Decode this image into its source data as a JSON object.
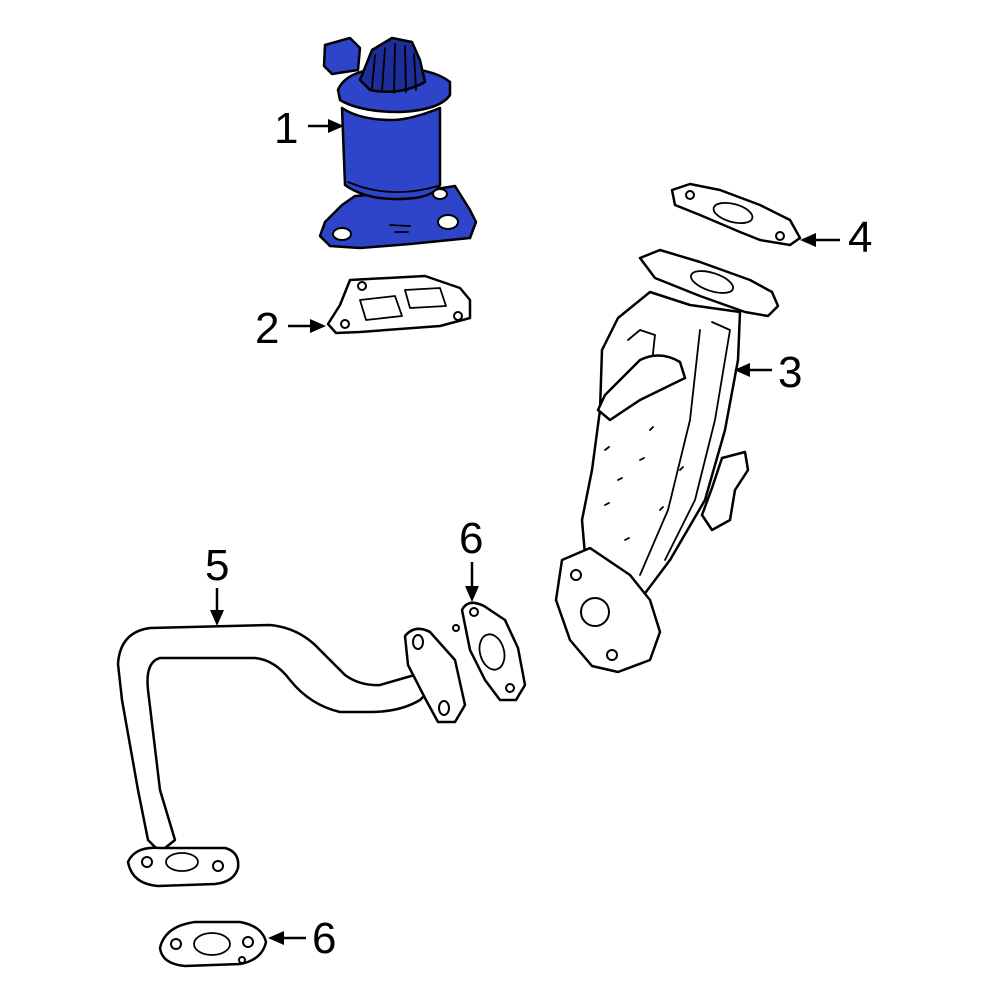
{
  "colors": {
    "highlight": "#2e44c9",
    "highlight_dark": "#1d2d99",
    "outline": "#000000",
    "background": "#ffffff"
  },
  "callouts": [
    {
      "id": "1",
      "part": "egr-valve",
      "highlighted": true
    },
    {
      "id": "2",
      "part": "egr-valve-gasket",
      "highlighted": false
    },
    {
      "id": "3",
      "part": "egr-cooler",
      "highlighted": false
    },
    {
      "id": "4",
      "part": "egr-cooler-gasket",
      "highlighted": false
    },
    {
      "id": "5",
      "part": "egr-pipe",
      "highlighted": false
    },
    {
      "id": "6",
      "part": "egr-pipe-gasket-upper",
      "highlighted": false
    },
    {
      "id": "6",
      "part": "egr-pipe-gasket-lower",
      "highlighted": false
    }
  ]
}
